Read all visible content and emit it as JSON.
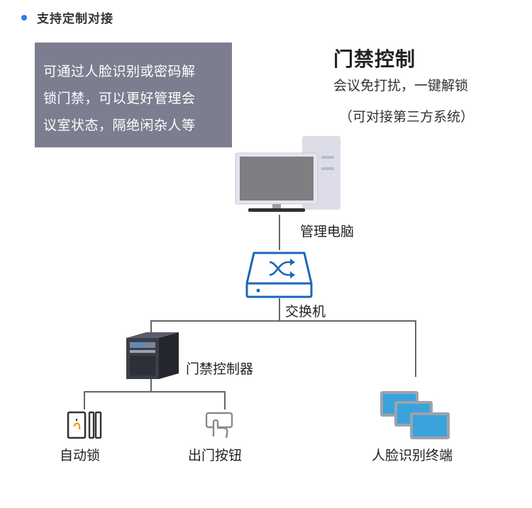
{
  "header": {
    "title": "支持定制对接"
  },
  "description": {
    "lines": [
      "可通过人脸识别或密码解",
      "锁门禁，可以更好管理会",
      "议室状态，隔绝闲杂人等"
    ]
  },
  "feature": {
    "title": "门禁控制",
    "subtitle": "会议免打扰，一键解锁",
    "note": "（可对接第三方系统）"
  },
  "nodes": {
    "pc": {
      "label": "管理电脑",
      "icon": "desktop-computer-icon"
    },
    "switch": {
      "label": "交换机",
      "icon": "network-switch-icon"
    },
    "controller": {
      "label": "门禁控制器",
      "icon": "server-tower-icon"
    },
    "lock": {
      "label": "自动锁",
      "icon": "door-lock-icon"
    },
    "button": {
      "label": "出门按钮",
      "icon": "exit-button-icon"
    },
    "terminal": {
      "label": "人脸识别终端",
      "icon": "tablet-terminal-icon"
    }
  },
  "colors": {
    "accent": "#2f7de1",
    "box": "#7c7e90",
    "screen": "#807e83",
    "switch_blue": "#1a67b9",
    "tablet_blue": "#3aa3dc"
  }
}
